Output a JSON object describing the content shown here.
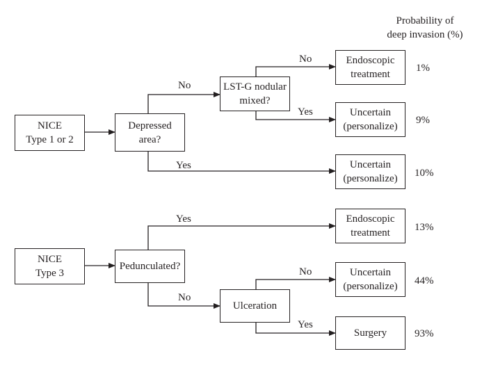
{
  "header": {
    "line1": "Probability of",
    "line2": "deep invasion (%)"
  },
  "nodes": {
    "nice12": {
      "line1": "NICE",
      "line2": "Type 1 or 2"
    },
    "depressed": {
      "line1": "Depressed",
      "line2": "area?"
    },
    "lstg": {
      "line1": "LST-G nodular",
      "line2": "mixed?"
    },
    "endo1": {
      "line1": "Endoscopic",
      "line2": "treatment"
    },
    "unc1": {
      "line1": "Uncertain",
      "line2": "(personalize)"
    },
    "unc2": {
      "line1": "Uncertain",
      "line2": "(personalize)"
    },
    "nice3": {
      "line1": "NICE",
      "line2": "Type 3"
    },
    "pedunculated": {
      "line1": "Pedunculated?"
    },
    "endo2": {
      "line1": "Endoscopic",
      "line2": "treatment"
    },
    "ulceration": {
      "line1": "Ulceration"
    },
    "unc3": {
      "line1": "Uncertain",
      "line2": "(personalize)"
    },
    "surgery": {
      "line1": "Surgery"
    }
  },
  "edge_labels": {
    "dep_no": "No",
    "dep_yes": "Yes",
    "lstg_no": "No",
    "lstg_yes": "Yes",
    "ped_yes": "Yes",
    "ped_no": "No",
    "ulc_no": "No",
    "ulc_yes": "Yes"
  },
  "probabilities": {
    "endo1": "1%",
    "unc1": "9%",
    "unc2": "10%",
    "endo2": "13%",
    "unc3": "44%",
    "surgery": "93%"
  }
}
